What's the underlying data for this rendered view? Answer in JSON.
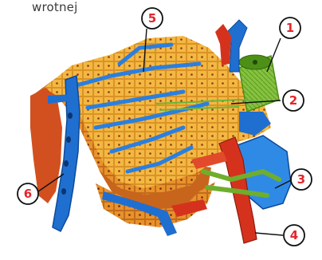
{
  "caption": "wrotnej",
  "labels": {
    "n1": "1",
    "n2": "2",
    "n3": "3",
    "n4": "4",
    "n5": "5",
    "n6": "6"
  },
  "colors": {
    "label_red": "#e3262b",
    "vein_blue": "#1f6fd0",
    "artery_red": "#d5321e",
    "bile_green": "#7ab83a",
    "hepatocyte_yellow": "#f2b53c"
  }
}
